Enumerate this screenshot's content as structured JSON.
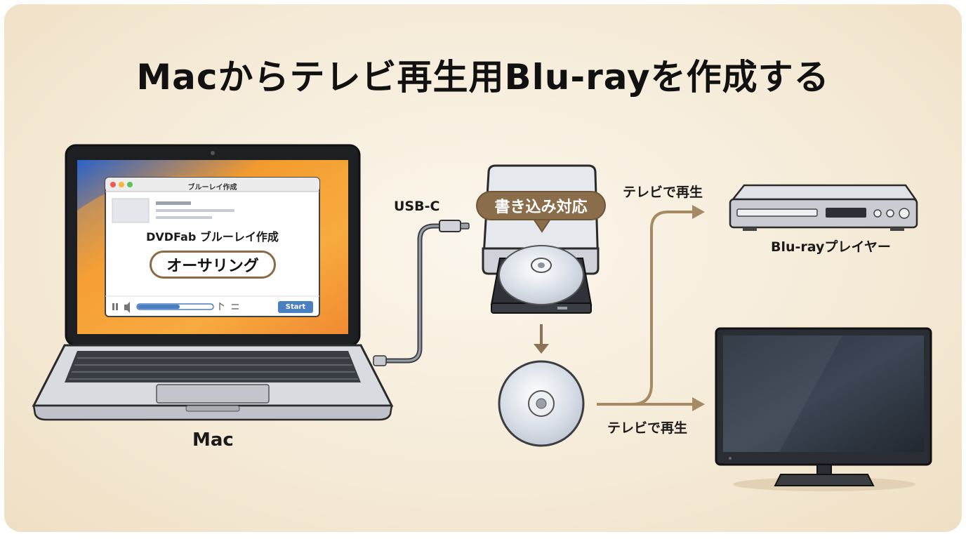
{
  "title": "Macからテレビ再生用Blu-rayを作成する",
  "labels": {
    "mac": "Mac",
    "usb": "USB-C",
    "tv_play_top": "テレビで再生",
    "tv_play_bottom": "テレビで再生",
    "bluray_player": "Blu-rayプレイヤー"
  },
  "app_window": {
    "window_title": "ブルーレイ作成",
    "app_name": "DVDFab ブルーレイ作成",
    "highlight": "オーサリング",
    "start_button": "Start"
  },
  "drive": {
    "badge": "書き込み対応"
  },
  "colors": {
    "arrow": "#a68a64",
    "badge": "#8a6d4b",
    "title": "#111111",
    "start_button": "#4a7fc0"
  }
}
